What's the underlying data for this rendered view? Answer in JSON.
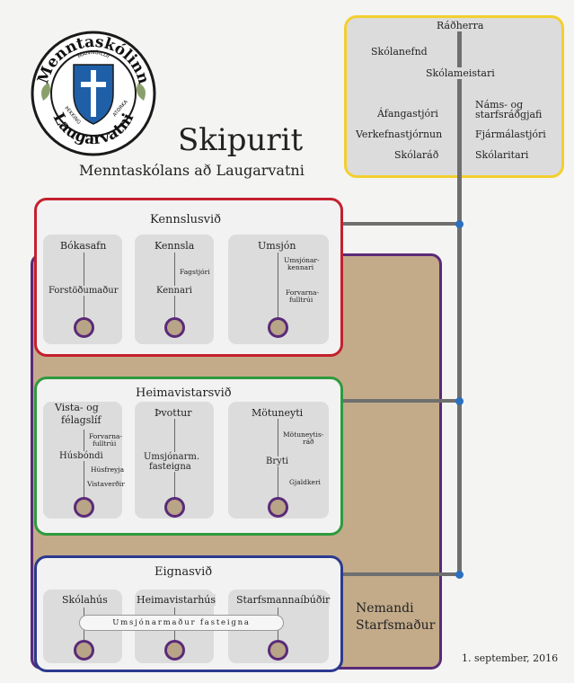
{
  "seal": {
    "text_top": "Menntaskólinn",
    "text_bottom": "Laugarvatni",
    "shield_top": "MANNGILDI",
    "shield_left": "ÞEKKING",
    "shield_right": "ATORKA"
  },
  "title": "Skipurit",
  "subtitle": "Menntaskólans að Laugarvatni",
  "management": {
    "radherra": "Ráðherra",
    "skolanefnd": "Skólanefnd",
    "skolameistari": "Skólameistari",
    "afangastjori": "Áfangastjóri",
    "nams_line1": "Náms- og",
    "nams_line2": "starfsráðgjafi",
    "verkefnastjornun": "Verkefnastjórnun",
    "fjarmalastjori": "Fjármálastjóri",
    "skolarad": "Skólaráð",
    "skolaritari": "Skólaritari"
  },
  "kennslusvid": {
    "title": "Kennslusvið",
    "bokasafn": "Bókasafn",
    "forstodumadur": "Forstöðumaður",
    "kennsla": "Kennsla",
    "fagstjori": "Fagstjóri",
    "kennari": "Kennari",
    "umsjon": "Umsjón",
    "umsjonarkennari_1": "Umsjónar-",
    "umsjonarkennari_2": "kennari",
    "forvarna_1": "Forvarna-",
    "forvarna_2": "fulltrúi"
  },
  "heimavistarsvid": {
    "title": "Heimavistarsvið",
    "vista_1": "Vista- og",
    "vista_2": "félagslíf",
    "forvarna_1": "Forvarna-",
    "forvarna_2": "fulltrúi",
    "husbondi": "Húsbóndi",
    "husfreyja": "Húsfreyja",
    "vistaverdir": "Vistaverðir",
    "thvottur": "Þvottur",
    "umsjonarm_1": "Umsjónarm.",
    "umsjonarm_2": "fasteigna",
    "motuneyti": "Mötuneyti",
    "motuneytisrad_1": "Mötuneytis-",
    "motuneytisrad_2": "ráð",
    "bryti": "Bryti",
    "gjaldkeri": "Gjaldkeri"
  },
  "eignasvid": {
    "title": "Eignasvið",
    "skolahus": "Skólahús",
    "heimavistarhus": "Heimavistarhús",
    "starfsmannabudir": "Starfsmannaíbúðir",
    "umsjonarmadur": "Umsjónarmaður fasteigna"
  },
  "legend": {
    "nemandi": "Nemandi",
    "starfsmadur": "Starfsmaður"
  },
  "date": "1. september, 2016",
  "colors": {
    "kennslusvid": "#c4202e",
    "heimavistarsvid": "#2f9a3e",
    "eignasvid": "#2b3a8f",
    "management": "#f3cf2e",
    "nemandi_area": "#c3ab8a",
    "nemandi_border": "#5a2a78",
    "connector_dot": "#2d6fbf"
  }
}
